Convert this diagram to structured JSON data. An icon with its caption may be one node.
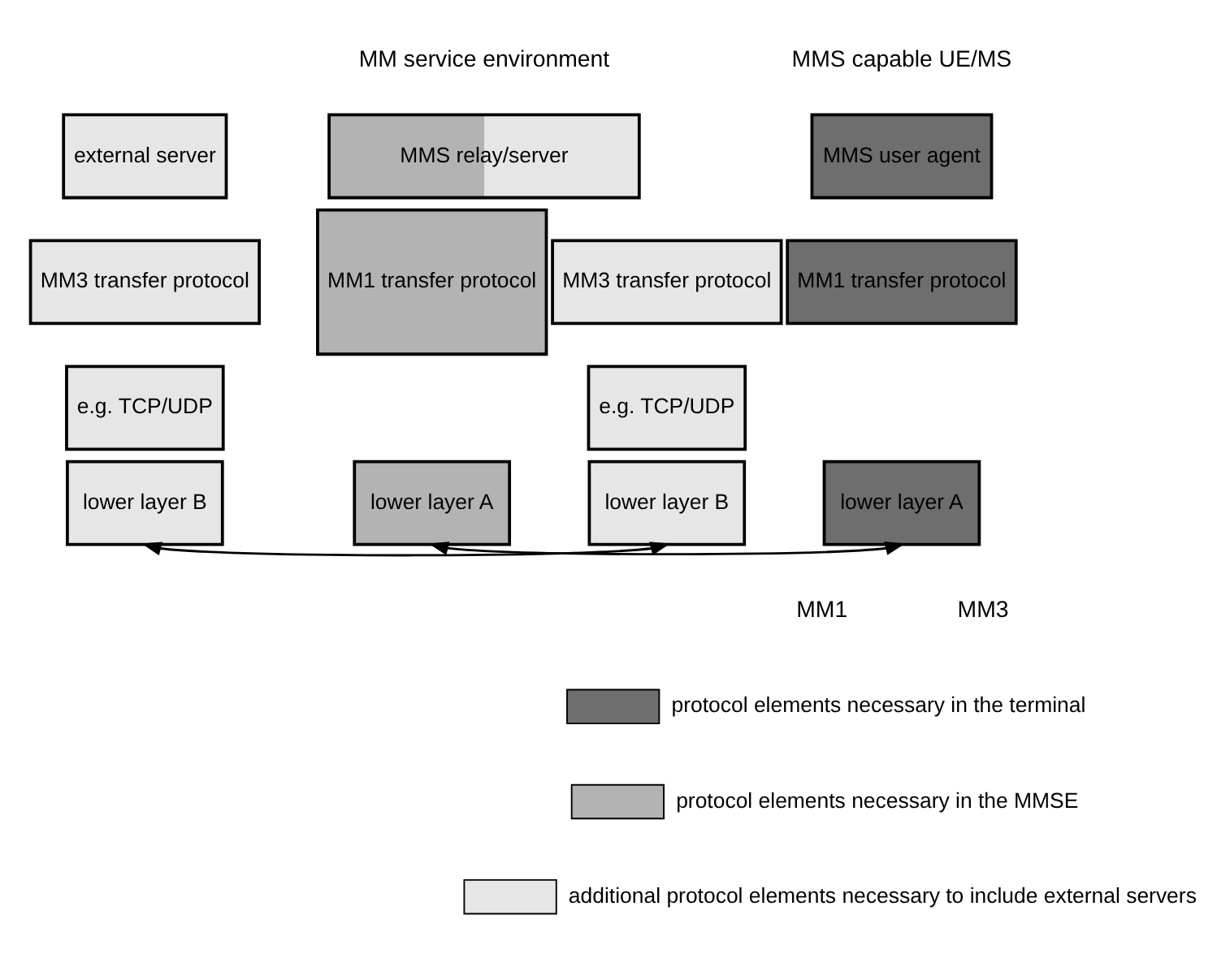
{
  "diagram": {
    "nodes": [
      {
        "text": [
          "MMS user agent"
        ]
      },
      {
        "text": [
          "MM1 transfer protocol"
        ]
      },
      {
        "text": [
          "lower layer A"
        ]
      },
      {
        "text": [
          "MMS relay/server"
        ]
      },
      {
        "text": [
          "MM1 transfer protocol"
        ]
      },
      {
        "text": [
          "lower layer A"
        ]
      },
      {
        "text": [
          "MM3 transfer protocol"
        ]
      },
      {
        "text": [
          "e.g. TCP/UDP"
        ]
      },
      {
        "text": [
          "lower layer B"
        ]
      },
      {
        "text": [
          "external server"
        ]
      },
      {
        "text": [
          "MM3 transfer protocol"
        ]
      },
      {
        "text": [
          "e.g. TCP/UDP"
        ]
      },
      {
        "text": [
          "lower layer B"
        ]
      }
    ],
    "edges": [
      {
        "from": 2,
        "to": 5,
        "arrow": "both"
      },
      {
        "from": 8,
        "to": 12,
        "arrow": "both"
      }
    ],
    "labels": [
      "MMS capable UE/MS",
      "MM service environment",
      "MM1",
      "MM3"
    ],
    "legend": [
      {
        "text": "protocol elements necessary in the terminal",
        "color": "#6e6e6e"
      },
      {
        "text": "protocol elements necessary in the MMSE",
        "color": "#b3b3b3"
      },
      {
        "text": "additional protocol elements necessary to include external servers",
        "color": "#e6e6e6"
      }
    ]
  }
}
